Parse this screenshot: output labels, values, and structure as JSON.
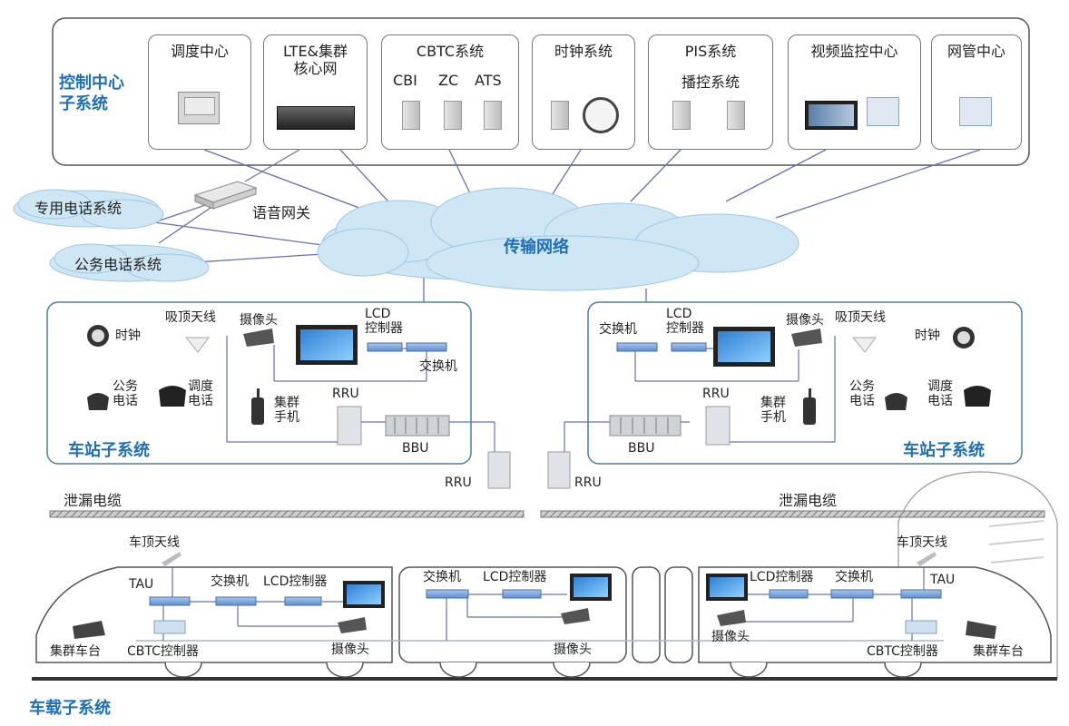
{
  "control_center": {
    "title": "控制中心\n子系统",
    "modules": {
      "dispatch": "调度中心",
      "lte": "LTE&集群\n核心网",
      "cbtc": "CBTC系统",
      "cbtc_cbi": "CBI",
      "cbtc_zc": "ZC",
      "cbtc_ats": "ATS",
      "clock": "时钟系统",
      "pis": "PIS系统",
      "pis_sub": "播控系统",
      "video": "视频监控中心",
      "nms": "网管中心"
    }
  },
  "network": {
    "phone_private": "专用电话系统",
    "phone_public": "公务电话系统",
    "voice_gateway": "语音网关",
    "transport": "传输网络"
  },
  "station_left": {
    "title": "车站子系统",
    "clock": "时钟",
    "ceiling_antenna": "吸顶天线",
    "camera": "摄像头",
    "lcd_ctrl": "LCD\n控制器",
    "switch": "交换机",
    "public_phone": "公务\n电话",
    "dispatch_phone": "调度\n电话",
    "trunk_handset": "集群\n手机",
    "rru": "RRU",
    "bbu": "BBU",
    "rru_out": "RRU"
  },
  "station_right": {
    "title": "车站子系统",
    "switch": "交换机",
    "lcd_ctrl": "LCD\n控制器",
    "camera": "摄像头",
    "ceiling_antenna": "吸顶天线",
    "clock": "时钟",
    "rru": "RRU",
    "trunk_handset": "集群\n手机",
    "public_phone": "公务\n电话",
    "dispatch_phone": "调度\n电话",
    "bbu": "BBU",
    "rru_out": "RRU"
  },
  "leaky_cable": {
    "left": "泄漏电缆",
    "right": "泄漏电缆"
  },
  "train": {
    "title": "车载子系统",
    "car1": {
      "roof_antenna": "车顶天线",
      "tau": "TAU",
      "switch": "交换机",
      "lcd_ctrl": "LCD控制器",
      "trunk_radio": "集群车台",
      "cbtc_ctrl": "CBTC控制器",
      "camera": "摄像头"
    },
    "car2": {
      "switch": "交换机",
      "lcd_ctrl": "LCD控制器",
      "camera": "摄像头"
    },
    "car3": {
      "roof_antenna": "车顶天线",
      "lcd_ctrl": "LCD控制器",
      "switch": "交换机",
      "tau": "TAU",
      "camera": "摄像头",
      "cbtc_ctrl": "CBTC控制器",
      "trunk_radio": "集群车台"
    }
  },
  "colors": {
    "accent_blue": "#1f6fb5",
    "link_line": "#6a6fb5",
    "cloud": "#cfe6f5",
    "box_border": "#555555"
  }
}
